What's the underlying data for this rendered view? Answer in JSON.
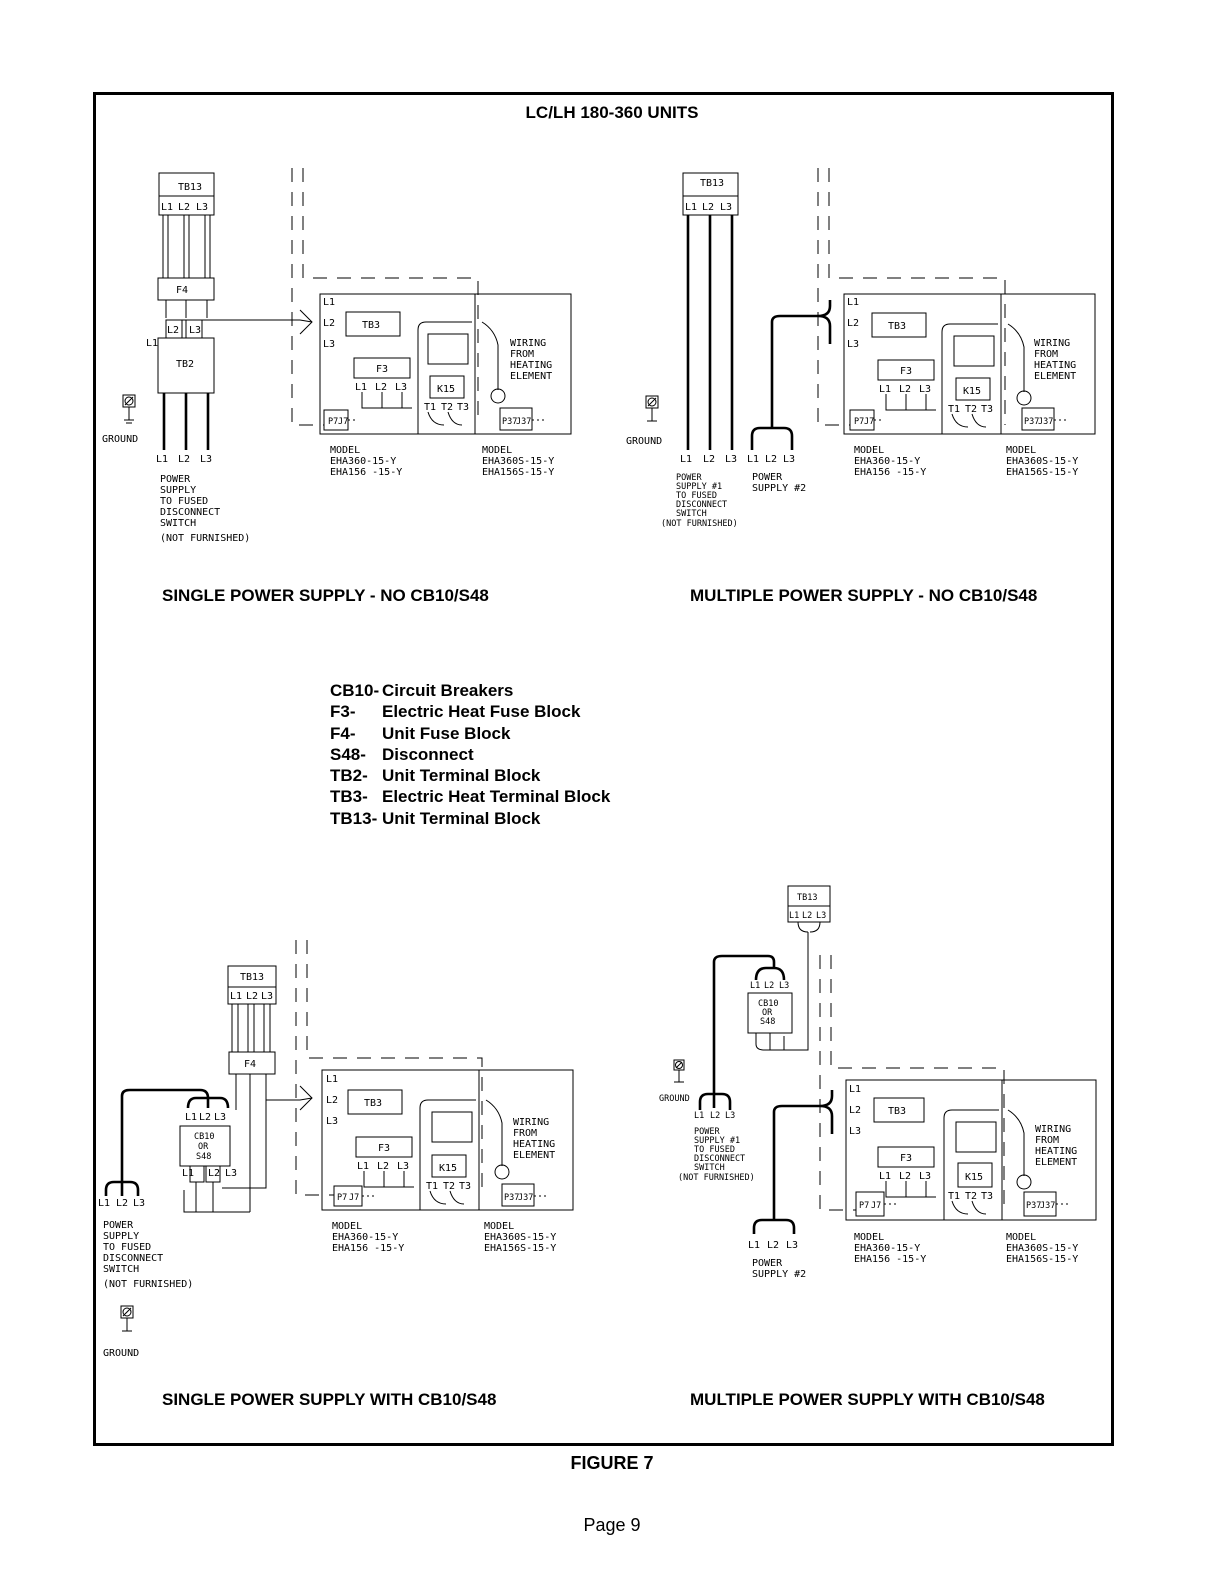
{
  "header": {
    "title": "LC/LH 180-360 UNITS"
  },
  "panels": {
    "single_no": {
      "caption": "SINGLE POWER SUPPLY - NO CB10/S48"
    },
    "multi_no": {
      "caption": "MULTIPLE POWER SUPPLY - NO CB10/S48"
    },
    "single_with": {
      "caption": "SINGLE POWER SUPPLY WITH CB10/S48"
    },
    "multi_with": {
      "caption": "MULTIPLE POWER SUPPLY WITH CB10/S48"
    }
  },
  "legend": [
    {
      "code": "CB10-",
      "desc": "Circuit Breakers"
    },
    {
      "code": "F3-",
      "desc": "Electric Heat Fuse Block"
    },
    {
      "code": "F4-",
      "desc": "Unit Fuse Block"
    },
    {
      "code": "S48-",
      "desc": "Disconnect"
    },
    {
      "code": "TB2-",
      "desc": "Unit Terminal Block"
    },
    {
      "code": "TB3-",
      "desc": "Electric Heat Terminal Block"
    },
    {
      "code": "TB13-",
      "desc": "Unit Terminal Block"
    }
  ],
  "labels": {
    "tb13": "TB13",
    "tb3": "TB3",
    "tb2": "TB2",
    "f3": "F3",
    "f4": "F4",
    "k15": "K15",
    "cb10": "CB10",
    "or": "OR",
    "s48": "S48",
    "l1": "L1",
    "l2": "L2",
    "l3": "L3",
    "t1": "T1",
    "t2": "T2",
    "t3": "T3",
    "p7": "P7",
    "j7": "J7",
    "p37": "P37",
    "j37": "J37",
    "ground": "GROUND",
    "wiring_lines": [
      "WIRING",
      "FROM",
      "HEATING",
      "ELEMENT"
    ],
    "model": "MODEL",
    "model_a1": "EHA360-15-Y",
    "model_a2": "EHA156 -15-Y",
    "model_b1": "EHA360S-15-Y",
    "model_b2": "EHA156S-15-Y",
    "power_single_lines": [
      "POWER",
      "SUPPLY",
      "TO FUSED",
      "DISCONNECT",
      "SWITCH",
      "(NOT FURNISHED)"
    ],
    "power_multi1_lines": [
      "POWER",
      "SUPPLY #1",
      "TO FUSED",
      "DISCONNECT",
      "SWITCH",
      "(NOT FURNISHED)"
    ],
    "power_multi2_lines": [
      "POWER",
      "SUPPLY #2"
    ]
  },
  "figure": {
    "label": "FIGURE 7"
  },
  "page": {
    "number": "Page 9"
  }
}
